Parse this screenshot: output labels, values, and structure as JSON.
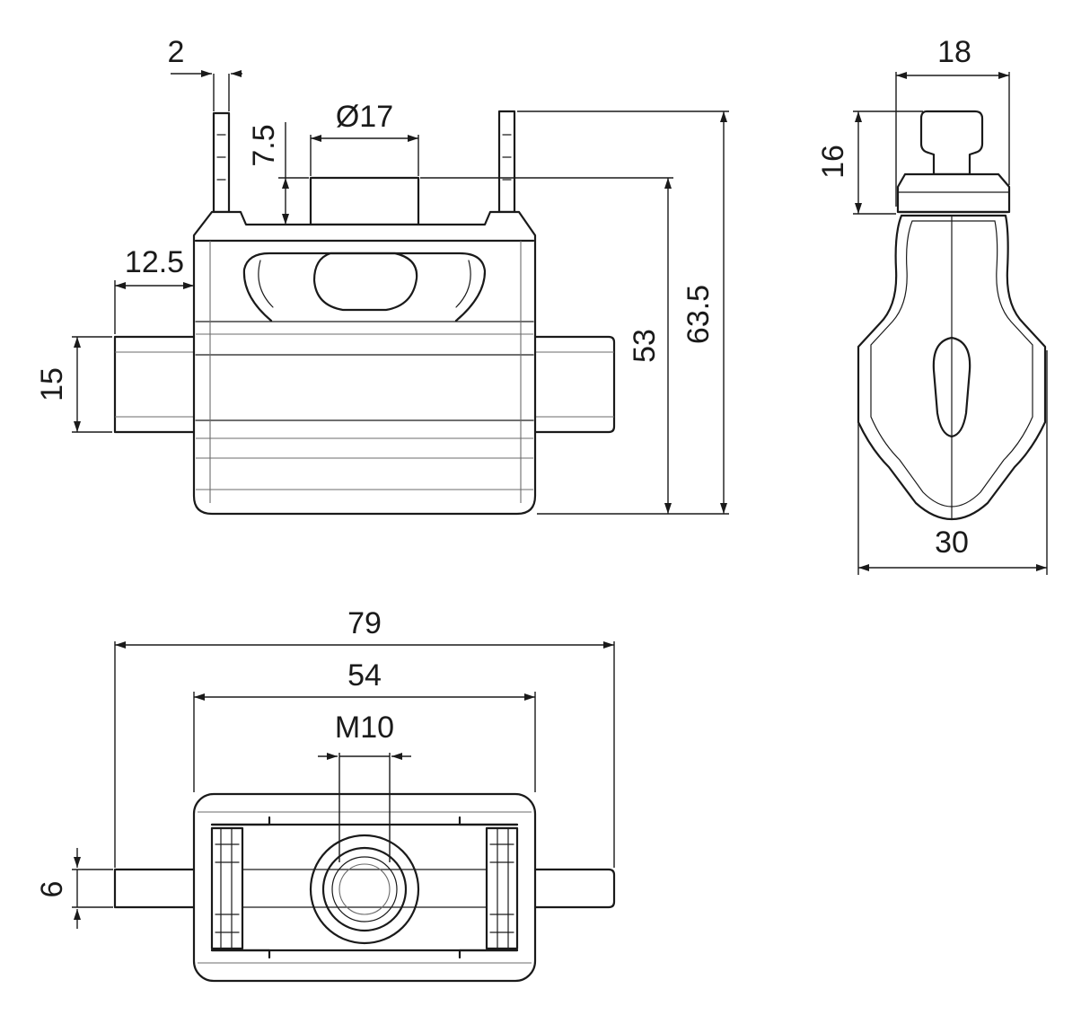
{
  "dimensions": {
    "front": {
      "pin_width": "2",
      "stud_diameter": "Ø17",
      "stud_height": "7.5",
      "shaft_projection": "12.5",
      "shaft_diameter": "15",
      "body_height": "53",
      "overall_height": "63.5"
    },
    "side": {
      "top_width": "18",
      "top_height": "16",
      "bottom_width": "30"
    },
    "top": {
      "overall_length": "79",
      "body_length": "54",
      "thread": "M10",
      "pin_diameter": "6"
    }
  },
  "colors": {
    "line": "#1a1a1a",
    "hidden_line": "#6b6b6b",
    "background": "#ffffff"
  }
}
